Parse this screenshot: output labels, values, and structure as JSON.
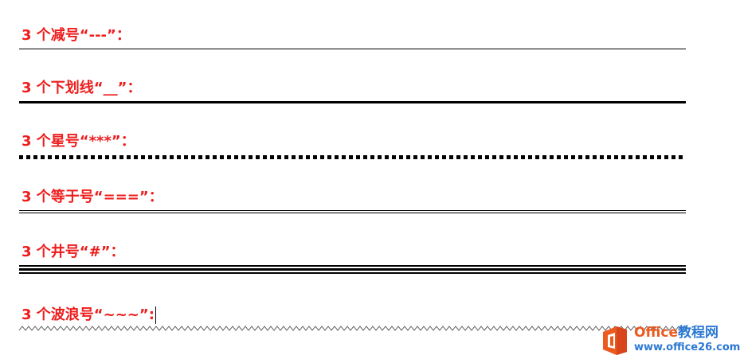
{
  "colors": {
    "label": "#ee1c1c",
    "rule": "#000000",
    "logo_orange": "#eb5a1e",
    "logo_blue": "#2b78d3"
  },
  "items": [
    {
      "label": "3 个减号“---”：",
      "line_style": "single-thin"
    },
    {
      "label": "3 个下划线“__”：",
      "line_style": "single-thick"
    },
    {
      "label": "3 个星号“***”：",
      "line_style": "dotted"
    },
    {
      "label": "3 个等于号“===”：",
      "line_style": "double"
    },
    {
      "label": "3 个井号“#”：",
      "line_style": "thick-thin-thin"
    },
    {
      "label": "3 个波浪号“~~~”:",
      "line_style": "wavy"
    }
  ],
  "watermark": {
    "icon": "office-logo-icon",
    "title_prefix": "Office",
    "title_suffix": "教程网",
    "url": "www.office26.com"
  }
}
